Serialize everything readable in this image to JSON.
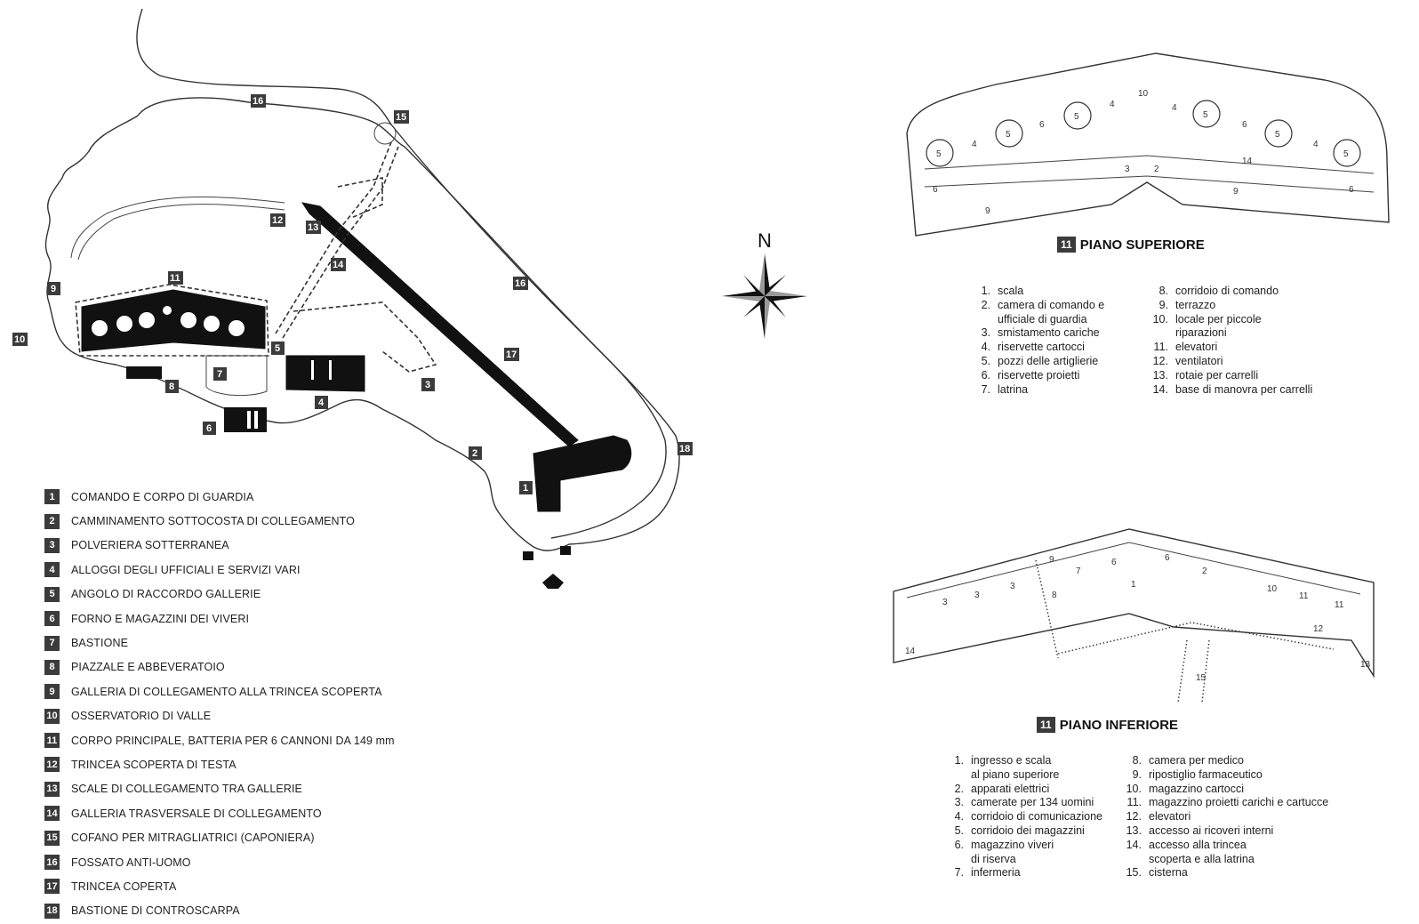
{
  "legend": [
    {
      "num": "1",
      "label": "COMANDO E CORPO DI GUARDIA"
    },
    {
      "num": "2",
      "label": "CAMMINAMENTO SOTTOCOSTA DI COLLEGAMENTO"
    },
    {
      "num": "3",
      "label": "POLVERIERA SOTTERRANEA"
    },
    {
      "num": "4",
      "label": "ALLOGGI DEGLI UFFICIALI E SERVIZI VARI"
    },
    {
      "num": "5",
      "label": "ANGOLO DI RACCORDO GALLERIE"
    },
    {
      "num": "6",
      "label": "FORNO E MAGAZZINI DEI VIVERI"
    },
    {
      "num": "7",
      "label": "BASTIONE"
    },
    {
      "num": "8",
      "label": "PIAZZALE E ABBEVERATOIO"
    },
    {
      "num": "9",
      "label": "GALLERIA DI COLLEGAMENTO ALLA TRINCEA SCOPERTA"
    },
    {
      "num": "10",
      "label": "OSSERVATORIO DI VALLE"
    },
    {
      "num": "11",
      "label": "CORPO PRINCIPALE, BATTERIA PER 6 CANNONI DA 149 mm"
    },
    {
      "num": "12",
      "label": "TRINCEA SCOPERTA DI TESTA"
    },
    {
      "num": "13",
      "label": "SCALE DI COLLEGAMENTO TRA GALLERIE"
    },
    {
      "num": "14",
      "label": "GALLERIA TRASVERSALE DI COLLEGAMENTO"
    },
    {
      "num": "15",
      "label": "COFANO PER MITRAGLIATRICI (CAPONIERA)"
    },
    {
      "num": "16",
      "label": "FOSSATO ANTI-UOMO"
    },
    {
      "num": "17",
      "label": "TRINCEA COPERTA"
    },
    {
      "num": "18",
      "label": "BASTIONE DI CONTROSCARPA"
    }
  ],
  "compass": {
    "label": "N"
  },
  "superiore": {
    "num": "11",
    "title": "PIANO SUPERIORE",
    "key_left": [
      {
        "n": "1.",
        "t": "scala"
      },
      {
        "n": "2.",
        "t": "camera di comando e"
      },
      {
        "n": "",
        "t": "ufficiale di guardia"
      },
      {
        "n": "3.",
        "t": "smistamento cariche"
      },
      {
        "n": "4.",
        "t": "riservette cartocci"
      },
      {
        "n": "5.",
        "t": "pozzi delle artiglierie"
      },
      {
        "n": "6.",
        "t": "riservette proietti"
      },
      {
        "n": "7.",
        "t": "latrina"
      }
    ],
    "key_right": [
      {
        "n": "8.",
        "t": "corridoio di comando"
      },
      {
        "n": "9.",
        "t": "terrazzo"
      },
      {
        "n": "10.",
        "t": "locale per piccole"
      },
      {
        "n": "",
        "t": "riparazioni"
      },
      {
        "n": "11.",
        "t": "elevatori"
      },
      {
        "n": "12.",
        "t": "ventilatori"
      },
      {
        "n": "13.",
        "t": "rotaie per carrelli"
      },
      {
        "n": "14.",
        "t": "base di manovra per carrelli"
      }
    ]
  },
  "inferiore": {
    "num": "11",
    "title": "PIANO INFERIORE",
    "key_left": [
      {
        "n": "1.",
        "t": "ingresso e scala"
      },
      {
        "n": "",
        "t": "al piano superiore"
      },
      {
        "n": "2.",
        "t": "apparati elettrici"
      },
      {
        "n": "3.",
        "t": "camerate per 134 uomini"
      },
      {
        "n": "4.",
        "t": "corridoio di comunicazione"
      },
      {
        "n": "5.",
        "t": "corridoio dei magazzini"
      },
      {
        "n": "6.",
        "t": "magazzino viveri"
      },
      {
        "n": "",
        "t": "di riserva"
      },
      {
        "n": "7.",
        "t": "infermeria"
      }
    ],
    "key_right": [
      {
        "n": "8.",
        "t": "camera per medico"
      },
      {
        "n": "9.",
        "t": "ripostiglio farmaceutico"
      },
      {
        "n": "10.",
        "t": "magazzino cartocci"
      },
      {
        "n": "11.",
        "t": "magazzino proietti carichi e cartucce"
      },
      {
        "n": "12.",
        "t": "elevatori"
      },
      {
        "n": "13.",
        "t": "accesso ai ricoveri interni"
      },
      {
        "n": "14.",
        "t": "accesso alla trincea"
      },
      {
        "n": "",
        "t": "scoperta e alla latrina"
      },
      {
        "n": "15.",
        "t": "cisterna"
      }
    ]
  }
}
